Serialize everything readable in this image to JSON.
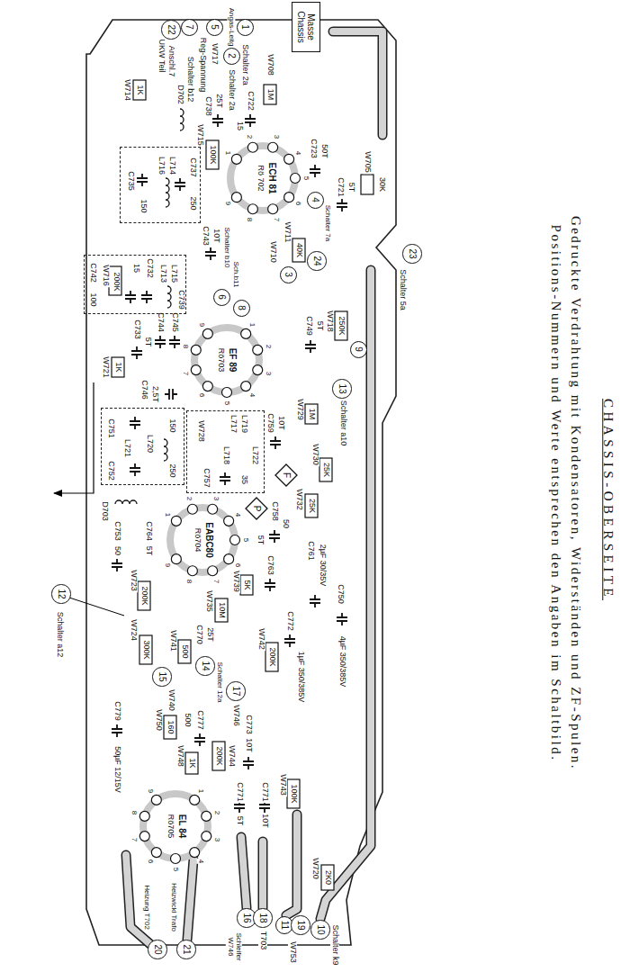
{
  "diagram": {
    "title": "CHASSIS-OBERSEITE",
    "caption": "Gedruckte Verdrahtung mit Kondensatoren, Widerständen und ZF-Spulen. Positions-Nummern und Werte entsprechen den Angaben im Schaltbild.",
    "nodes": [
      {
        "text": [
          "Masse Chassis"
        ]
      },
      {
        "text": [
          "1"
        ]
      },
      {
        "text": [
          "2"
        ]
      },
      {
        "text": [
          "5"
        ]
      },
      {
        "text": [
          "7"
        ]
      },
      {
        "text": [
          "22"
        ]
      },
      {
        "text": [
          "4"
        ]
      },
      {
        "text": [
          "24"
        ]
      },
      {
        "text": [
          "3"
        ]
      },
      {
        "text": [
          "23"
        ]
      },
      {
        "text": [
          "6"
        ]
      },
      {
        "text": [
          "8"
        ]
      },
      {
        "text": [
          "9"
        ]
      },
      {
        "text": [
          "13"
        ]
      },
      {
        "text": [
          "12"
        ]
      },
      {
        "text": [
          "14"
        ]
      },
      {
        "text": [
          "15"
        ]
      },
      {
        "text": [
          "17"
        ]
      },
      {
        "text": [
          "16"
        ]
      },
      {
        "text": [
          "18"
        ]
      },
      {
        "text": [
          "11"
        ]
      },
      {
        "text": [
          "19"
        ]
      },
      {
        "text": [
          "10"
        ]
      },
      {
        "text": [
          "20"
        ]
      },
      {
        "text": [
          "21"
        ]
      },
      {
        "text": [
          "F"
        ]
      },
      {
        "text": [
          "P"
        ]
      },
      {
        "text": [
          "C735",
          "150",
          "L716",
          "L714",
          "C737",
          "250"
        ]
      },
      {
        "text": [
          "C742",
          "100",
          "W716",
          "200K",
          "C732",
          "15",
          "L713",
          "L715",
          "C739"
        ]
      },
      {
        "text": [
          "C751",
          "150",
          "L720",
          "L721",
          "C752",
          "250"
        ]
      },
      {
        "text": [
          "W728",
          "L717",
          "L719",
          "L718",
          "L722",
          "C757",
          "35"
        ]
      }
    ],
    "labels": [
      "Schalter 2a",
      "Angas-Leitg",
      "Schalter 2a",
      "W717",
      "Reg-Spannung",
      "Schalter b12",
      "Anschl.7",
      "UKW Teil",
      "D702",
      "W714",
      "1K",
      "C738",
      "25T",
      "C722",
      "15",
      "W708",
      "1M",
      "C723",
      "50T",
      "C721",
      "5T",
      "W705",
      "30K",
      "W715",
      "100K",
      "ECH 81",
      "Rö 702",
      "C743",
      "10T",
      "Schalter b10",
      "W710",
      "W711",
      "40K",
      "Schalter 7a",
      "Schalter 5a",
      "Sch.b11",
      "C744",
      "C745",
      "C733",
      "5T",
      "W718",
      "250K",
      "C749",
      "5T",
      "W721",
      "1K",
      "EF 89",
      "Rö703",
      "C746",
      "2,5T",
      "Schalter a10",
      "C759",
      "10T",
      "W729",
      "1M",
      "W730",
      "25K",
      "W732",
      "25K",
      "C758",
      "50",
      "5T",
      "C763",
      "C761",
      "2µF 30/35V",
      "C750",
      "4µF 350/385V",
      "C772",
      "1µF 350/385V",
      "D703",
      "C753",
      "50",
      "C764",
      "5T",
      "EABC80",
      "Rö704",
      "Schalter a12",
      "W723",
      "200K",
      "W724",
      "300K",
      "W739",
      "5K",
      "W735",
      "10M",
      "W742",
      "200K",
      "W741",
      "500",
      "C770",
      "25T",
      "Schalter 12a",
      "W740",
      "W746",
      "C773",
      "10T",
      "C779",
      "50µF 12/15V",
      "W750",
      "160",
      "C777",
      "500",
      "W748",
      "1K",
      "W744",
      "200K",
      "EL 84",
      "Rö705",
      "C771",
      "5T",
      "C771",
      "10T",
      "W743",
      "100K",
      "W720",
      "2K0",
      "Heizung T702",
      "Heizwickl Trafo",
      "Schleifer W746",
      "T703",
      "W753",
      "Schalter k9",
      "1",
      "2",
      "3",
      "4",
      "5",
      "6",
      "7",
      "8",
      "9",
      "1",
      "2",
      "3",
      "4",
      "5",
      "6",
      "7",
      "8",
      "9",
      "1",
      "2",
      "3",
      "4",
      "5",
      "6",
      "7",
      "8",
      "9",
      "1",
      "2",
      "3",
      "4",
      "5",
      "6",
      "7",
      "8",
      "9"
    ]
  }
}
